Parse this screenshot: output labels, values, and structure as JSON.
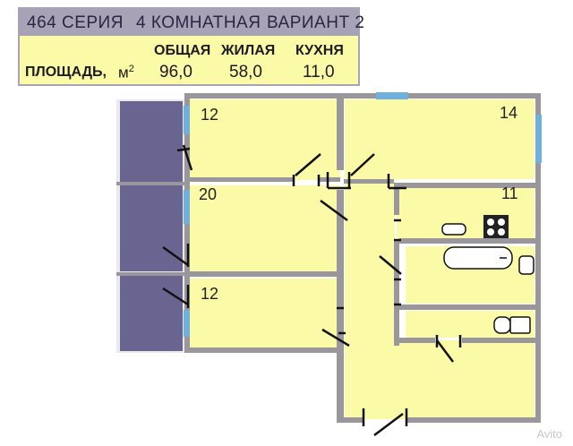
{
  "header": {
    "series": "464 СЕРИЯ",
    "rooms_type": "4 КОМНАТНАЯ",
    "variant": "ВАРИАНТ 2",
    "col_total": "ОБЩАЯ",
    "col_living": "ЖИЛАЯ",
    "col_kitchen": "КУХНЯ",
    "area_label": "ПЛОЩАДЬ,",
    "area_unit": "м",
    "area_unit_sup": "2",
    "total": "96,0",
    "living": "58,0",
    "kitchen": "11,0"
  },
  "rooms": {
    "room_top_left": "12",
    "room_middle_left": "20",
    "room_bottom_left": "12",
    "room_top_right": "14",
    "kitchen": "11"
  },
  "watermark": "Avito",
  "colors": {
    "room_fill": "#fbfaa6",
    "balcony_fill": "#6a6590",
    "wall": "#99979c",
    "window": "#6fb0de",
    "header_bar": "#a7a2b6"
  }
}
